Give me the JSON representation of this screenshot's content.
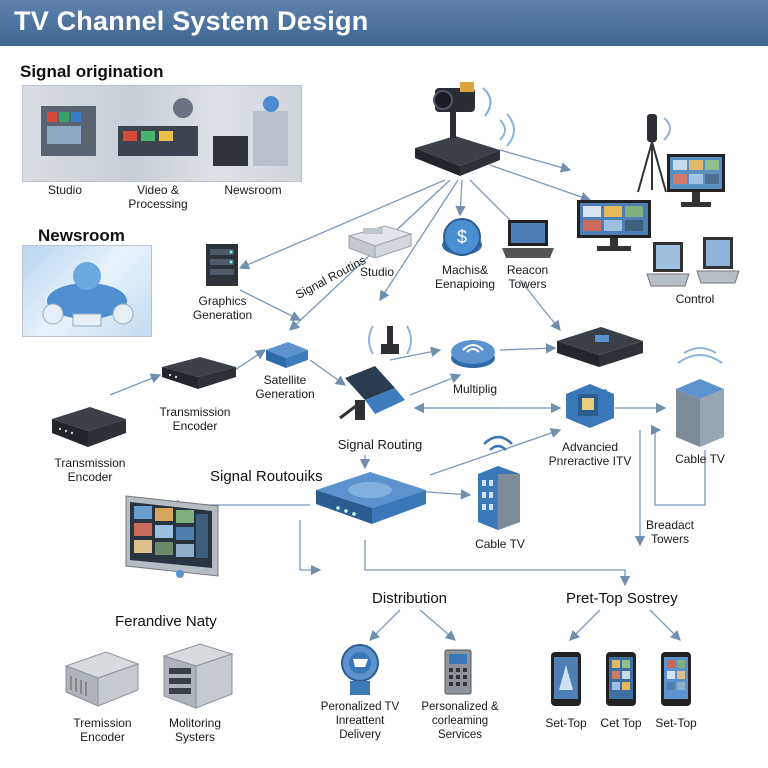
{
  "header": {
    "title": "TV Channel System Design"
  },
  "sections": {
    "signal_origination": "Signal origination",
    "newsroom": "Newsroom",
    "signal_routing_mid": "Signal Routouiks",
    "distribution": "Distribution",
    "pret_top": "Pret-Top Sostrey",
    "ferandive": "Ferandive Naty"
  },
  "labels": {
    "studio_top": "Studio",
    "video_processing": "Video &\nProcessing",
    "newsroom_top": "Newsroom",
    "studio_mid": "Studio",
    "machis": "Machis&\nEenapioing",
    "reacon": "Reacon\nTowers",
    "control": "Control",
    "graphics": "Graphics\nGeneration",
    "signal_rotins": "Signal Routins",
    "satellite": "Satellite\nGeneration",
    "multiplig": "Multiplig",
    "transmission_encoder_mid": "Transmission\nEncoder",
    "transmission_encoder_left": "Transmission\nEncoder",
    "signal_routing": "Signal Routing",
    "advanced": "Advancied\nPnreractive ITV",
    "cable_tv_right": "Cable TV",
    "cable_tv_center": "Cable TV",
    "breadact": "Breadact\nTowers",
    "tremission": "Tremission\nEncoder",
    "molitoring": "Molitoring\nSysters",
    "personalized_delivery": "Peronalized TV\nInreattent\nDelivery",
    "personalized_streaming": "Personalized &\ncorleaming\nServices",
    "set_top_1": "Set-Top",
    "set_top_2": "Cet Top",
    "set_top_3": "Set-Top"
  },
  "icons": {
    "camera": "broadcast-camera-icon",
    "tripod": "tripod-camera-icon",
    "server": "server-rack-icon",
    "encoder": "encoder-box-icon",
    "satellite": "satellite-dish-icon",
    "router": "router-hub-icon",
    "building": "cable-building-icon",
    "tablet": "tablet-device-icon",
    "laptop": "laptop-icon",
    "monitor": "monitor-icon",
    "wifi": "wireless-signal-icon"
  },
  "colors": {
    "header_bg": "#4a6f9c",
    "arrow": "#6f8fad",
    "device_blue": "#3a78b8",
    "device_dark": "#2c2f36"
  }
}
